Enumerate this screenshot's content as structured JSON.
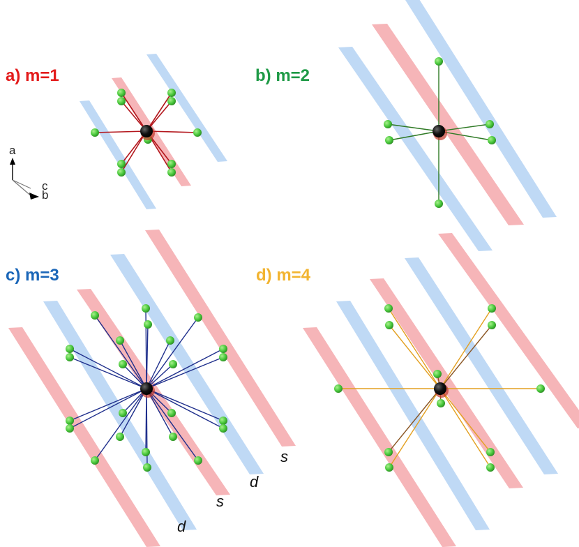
{
  "colors": {
    "s_plane": "#f5a8ab",
    "d_plane": "#b4d2f3",
    "atom": "#49c83c",
    "atom_highlight": "#a8f08c",
    "center_atom": "#111111",
    "m1": "#e31b1b",
    "m2": "#1e9a46",
    "m3": "#1a66b8",
    "m4": "#f2b430",
    "bond_m1": "#b3161c",
    "bond_m2": "#2f7a25",
    "bond_m3": "#1f2f8c",
    "bond_m4a": "#e3a020",
    "bond_m4b": "#8a5522"
  },
  "panels": [
    {
      "label": "a) m=1",
      "color_key": "m1"
    },
    {
      "label": "b) m=2",
      "color_key": "m2"
    },
    {
      "label": "c) m=3",
      "color_key": "m3"
    },
    {
      "label": "d) m=4",
      "color_key": "m4"
    }
  ],
  "plane_labels": {
    "s": "s",
    "d": "d"
  },
  "axes": {
    "a": "a",
    "c": "c",
    "b": "b"
  }
}
